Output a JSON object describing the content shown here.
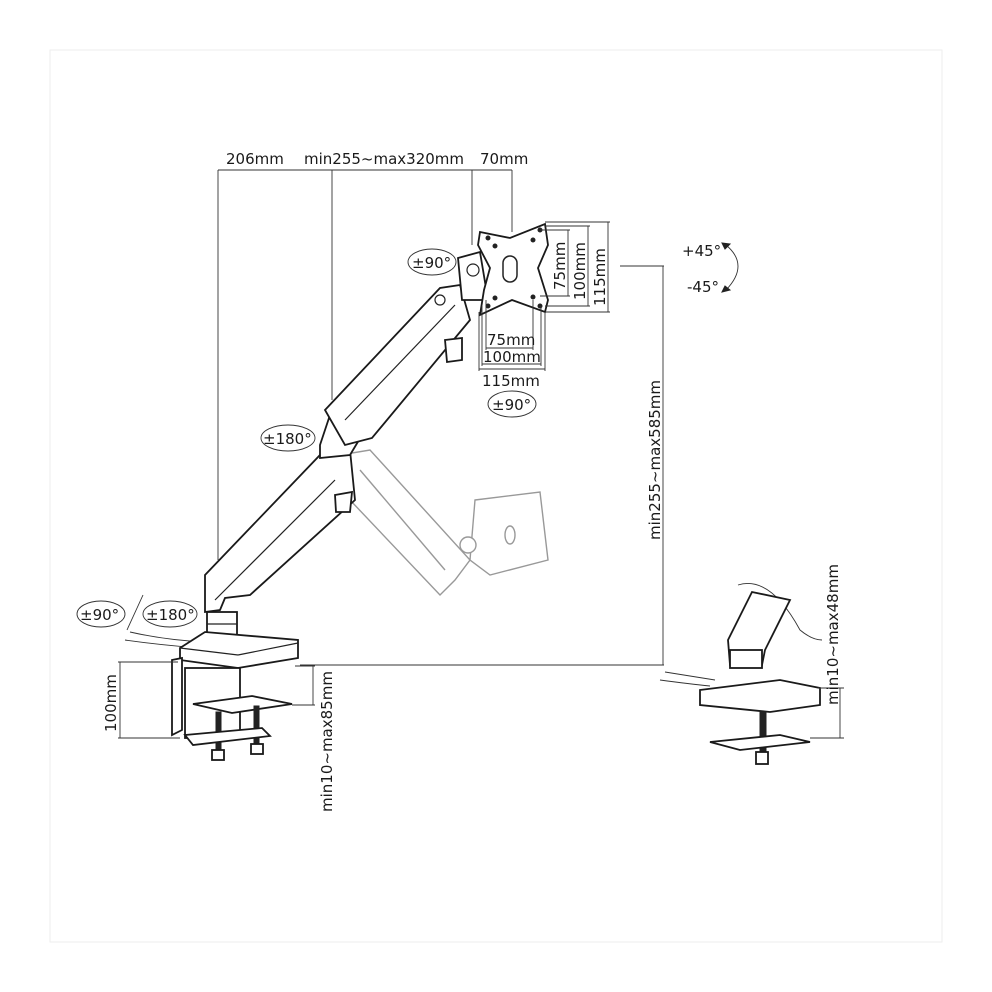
{
  "top_dimensions": {
    "reach_base": "206mm",
    "arm_length": "min255~max320mm",
    "head_offset": "70mm"
  },
  "rotations": {
    "head_swivel": "±90°",
    "elbow": "±180°",
    "plate_rotation": "±90°",
    "base_swivel": "±90°",
    "base_rotation": "±180°"
  },
  "tilt": {
    "up": "+45°",
    "down": "-45°"
  },
  "vesa": {
    "horizontal": [
      "75mm",
      "100mm",
      "115mm"
    ],
    "vertical": [
      "75mm",
      "100mm",
      "115mm"
    ]
  },
  "height_range": "min255~max585mm",
  "clamp": {
    "height": "100mm",
    "desk_thickness": "min10~max85mm"
  },
  "grommet": {
    "desk_thickness": "min10~max48mm"
  }
}
